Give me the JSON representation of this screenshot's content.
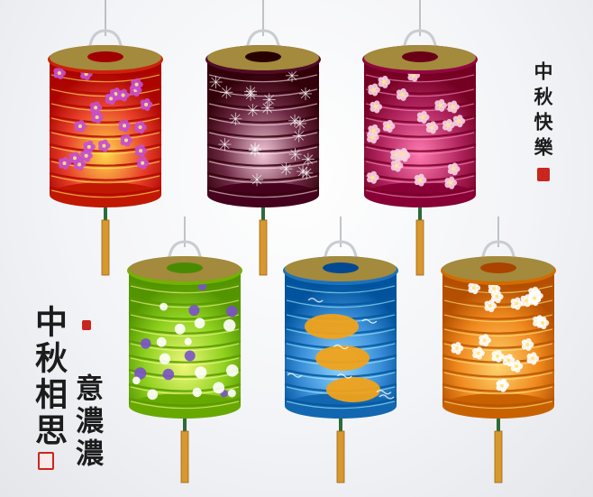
{
  "scene": {
    "background_colors": [
      "#ffffff",
      "#e4e6ea"
    ]
  },
  "lanterns": [
    {
      "pattern": "cherry-blossom",
      "colors": {
        "body": "#e8402a",
        "light": "#ffd84a",
        "pattern": "#c64fd0"
      }
    },
    {
      "pattern": "fireworks",
      "colors": {
        "body": "#6e2a44",
        "light": "#f2c9d8",
        "pattern": "#ffffff"
      }
    },
    {
      "pattern": "plum-blossom",
      "colors": {
        "body": "#b0245e",
        "light": "#ff7ab0",
        "pattern": "#f7d3e4"
      }
    },
    {
      "pattern": "polka-dot",
      "colors": {
        "body": "#8fd11f",
        "light": "#eef87a",
        "pattern": "#7a52c9"
      }
    },
    {
      "pattern": "goldfish",
      "colors": {
        "body": "#3a8fd8",
        "light": "#8fd5ff",
        "pattern": "#f0a21a"
      }
    },
    {
      "pattern": "flower",
      "colors": {
        "body": "#f08a1e",
        "light": "#ffd470",
        "pattern": "#ffffff"
      }
    }
  ],
  "calligraphy": {
    "greeting_right": "中秋快樂",
    "poem_left_col1": "中秋相思",
    "poem_left_col2": "意濃濃"
  },
  "seals": {
    "right_color": "#c8261f",
    "left_color": "#c8261f"
  }
}
